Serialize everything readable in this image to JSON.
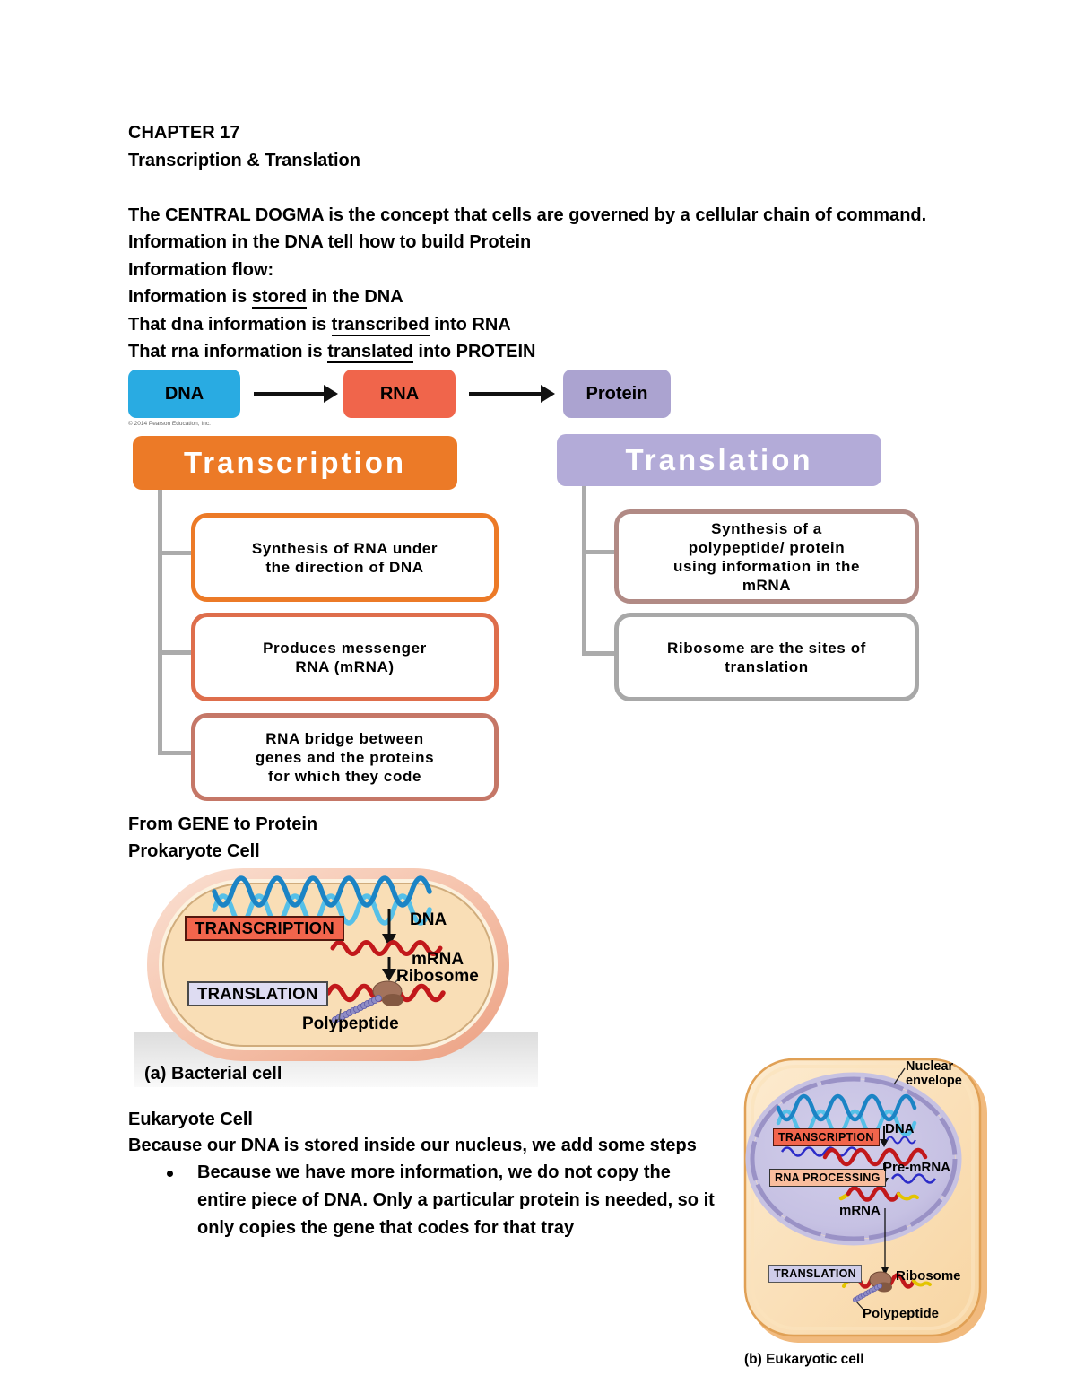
{
  "doc": {
    "title1": "CHAPTER 17",
    "title2": "Transcription & Translation",
    "intro1": "The CENTRAL DOGMA is the concept that cells are governed by a cellular chain of command.",
    "intro2": "Information in the DNA tell how to build Protein",
    "intro3": "Information flow:",
    "line_stored": {
      "pre": "Information is ",
      "u": "stored",
      "post": " in the DNA"
    },
    "line_transcribed": {
      "pre": "That dna information is ",
      "u": "transcribed",
      "post": " into RNA"
    },
    "line_translated": {
      "pre": "That rna information is ",
      "u": "translated",
      "post": " into PROTEIN"
    },
    "section_gene": "From GENE to Protein",
    "section_prokaryote": "Prokaryote Cell",
    "section_eukaryote": "Eukaryote Cell",
    "eukaryote_line": "Because our DNA is stored inside our nucleus, we add some steps",
    "bullet_lines": [
      "Because we have more information, we do not copy the",
      "entire piece of DNA. Only a particular protein is needed, so it",
      "only copies the gene that codes for that tray"
    ]
  },
  "flow": {
    "dna": "DNA",
    "rna": "RNA",
    "protein": "Protein",
    "copyright": "© 2014 Pearson Education, Inc."
  },
  "trees": {
    "transcription": {
      "title": "Transcription",
      "items": [
        "Synthesis of RNA under the direction of DNA",
        "Produces messenger RNA (mRNA)",
        "RNA bridge between genes and the proteins for which they code"
      ]
    },
    "translation": {
      "title": "Translation",
      "items": [
        "Synthesis of a polypeptide/ protein using information in the mRNA",
        "Ribosome are the sites of translation"
      ]
    }
  },
  "bacterial": {
    "transcription": "TRANSCRIPTION",
    "translation": "TRANSLATION",
    "dna": "DNA",
    "mrna": "mRNA",
    "ribosome": "Ribosome",
    "polypeptide": "Polypeptide",
    "caption": "(a) Bacterial cell"
  },
  "eukaryotic": {
    "nuclear_envelope": "Nuclear envelope",
    "transcription": "TRANSCRIPTION",
    "rna_processing": "RNA PROCESSING",
    "translation": "TRANSLATION",
    "dna": "DNA",
    "pre_mrna": "Pre-mRNA",
    "mrna": "mRNA",
    "ribosome": "Ribosome",
    "polypeptide": "Polypeptide",
    "caption": "(b) Eukaryotic cell"
  },
  "colors": {
    "dna_box": "#29abe2",
    "rna_box": "#f0654b",
    "protein_box": "#aba3d0",
    "transcription_header": "#ec7a27",
    "translation_header": "#b3abd8",
    "child_border_orange": "#ec7a27",
    "child_border_salmon": "#de6e4c",
    "child_border_brick": "#c57767",
    "child_border_mauve": "#b18a85",
    "child_border_gray": "#a8a8a8",
    "mrna_red": "#c2181b",
    "helix_light_blue": "#56c0e8",
    "helix_dark_blue": "#1b84c5",
    "cell_peach": "#f8d5a2",
    "capsule_pink": "#f6c6b0",
    "nucleus_lavender": "#c6c1e3"
  }
}
